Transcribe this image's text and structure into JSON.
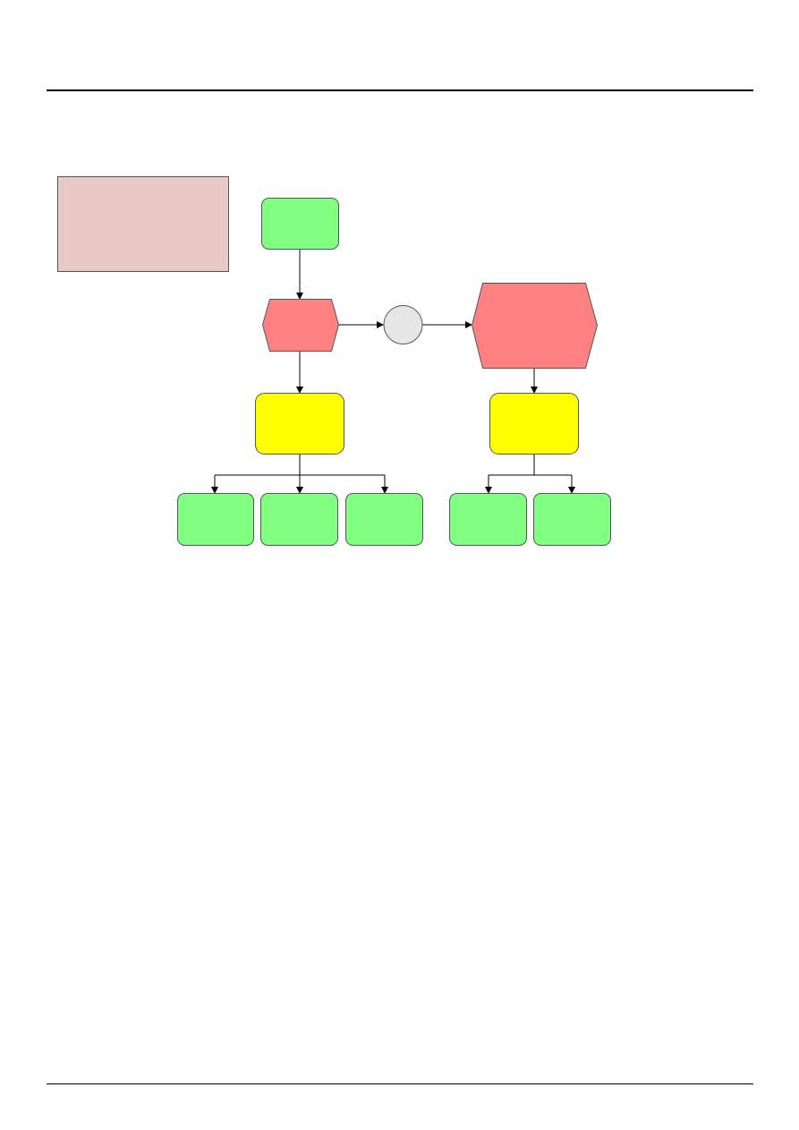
{
  "colors": {
    "page_background": "#ffffff",
    "rule": "#000000",
    "legend_fill": "#e8c9c6",
    "function_fill": "#80ff80",
    "event_fill": "#ff8080",
    "connector_fill": "#e6e6e6",
    "org_unit_fill": "#ffff00",
    "stroke": "#555555",
    "arrow": "#000000"
  },
  "diagram": {
    "legend_box": {
      "text": ""
    },
    "nodes": {
      "start_function": {
        "shape": "rounded-rectangle",
        "color": "function_fill",
        "label": ""
      },
      "event_left": {
        "shape": "hexagon",
        "color": "event_fill",
        "label": ""
      },
      "connector": {
        "shape": "circle",
        "color": "connector_fill",
        "label": ""
      },
      "event_right": {
        "shape": "hexagon",
        "color": "event_fill",
        "label": ""
      },
      "org_unit_left": {
        "shape": "rounded-rectangle",
        "color": "org_unit_fill",
        "label": ""
      },
      "org_unit_right": {
        "shape": "rounded-rectangle",
        "color": "org_unit_fill",
        "label": ""
      },
      "function_left_1": {
        "shape": "rounded-rectangle",
        "color": "function_fill",
        "label": ""
      },
      "function_left_2": {
        "shape": "rounded-rectangle",
        "color": "function_fill",
        "label": ""
      },
      "function_left_3": {
        "shape": "rounded-rectangle",
        "color": "function_fill",
        "label": ""
      },
      "function_right_1": {
        "shape": "rounded-rectangle",
        "color": "function_fill",
        "label": ""
      },
      "function_right_2": {
        "shape": "rounded-rectangle",
        "color": "function_fill",
        "label": ""
      }
    },
    "edges": [
      {
        "from": "start_function",
        "to": "event_left"
      },
      {
        "from": "event_left",
        "to": "connector"
      },
      {
        "from": "connector",
        "to": "event_right"
      },
      {
        "from": "event_left",
        "to": "org_unit_left"
      },
      {
        "from": "event_right",
        "to": "org_unit_right"
      },
      {
        "from": "org_unit_left",
        "to": "function_left_1"
      },
      {
        "from": "org_unit_left",
        "to": "function_left_2"
      },
      {
        "from": "org_unit_left",
        "to": "function_left_3"
      },
      {
        "from": "org_unit_right",
        "to": "function_right_1"
      },
      {
        "from": "org_unit_right",
        "to": "function_right_2"
      }
    ]
  }
}
